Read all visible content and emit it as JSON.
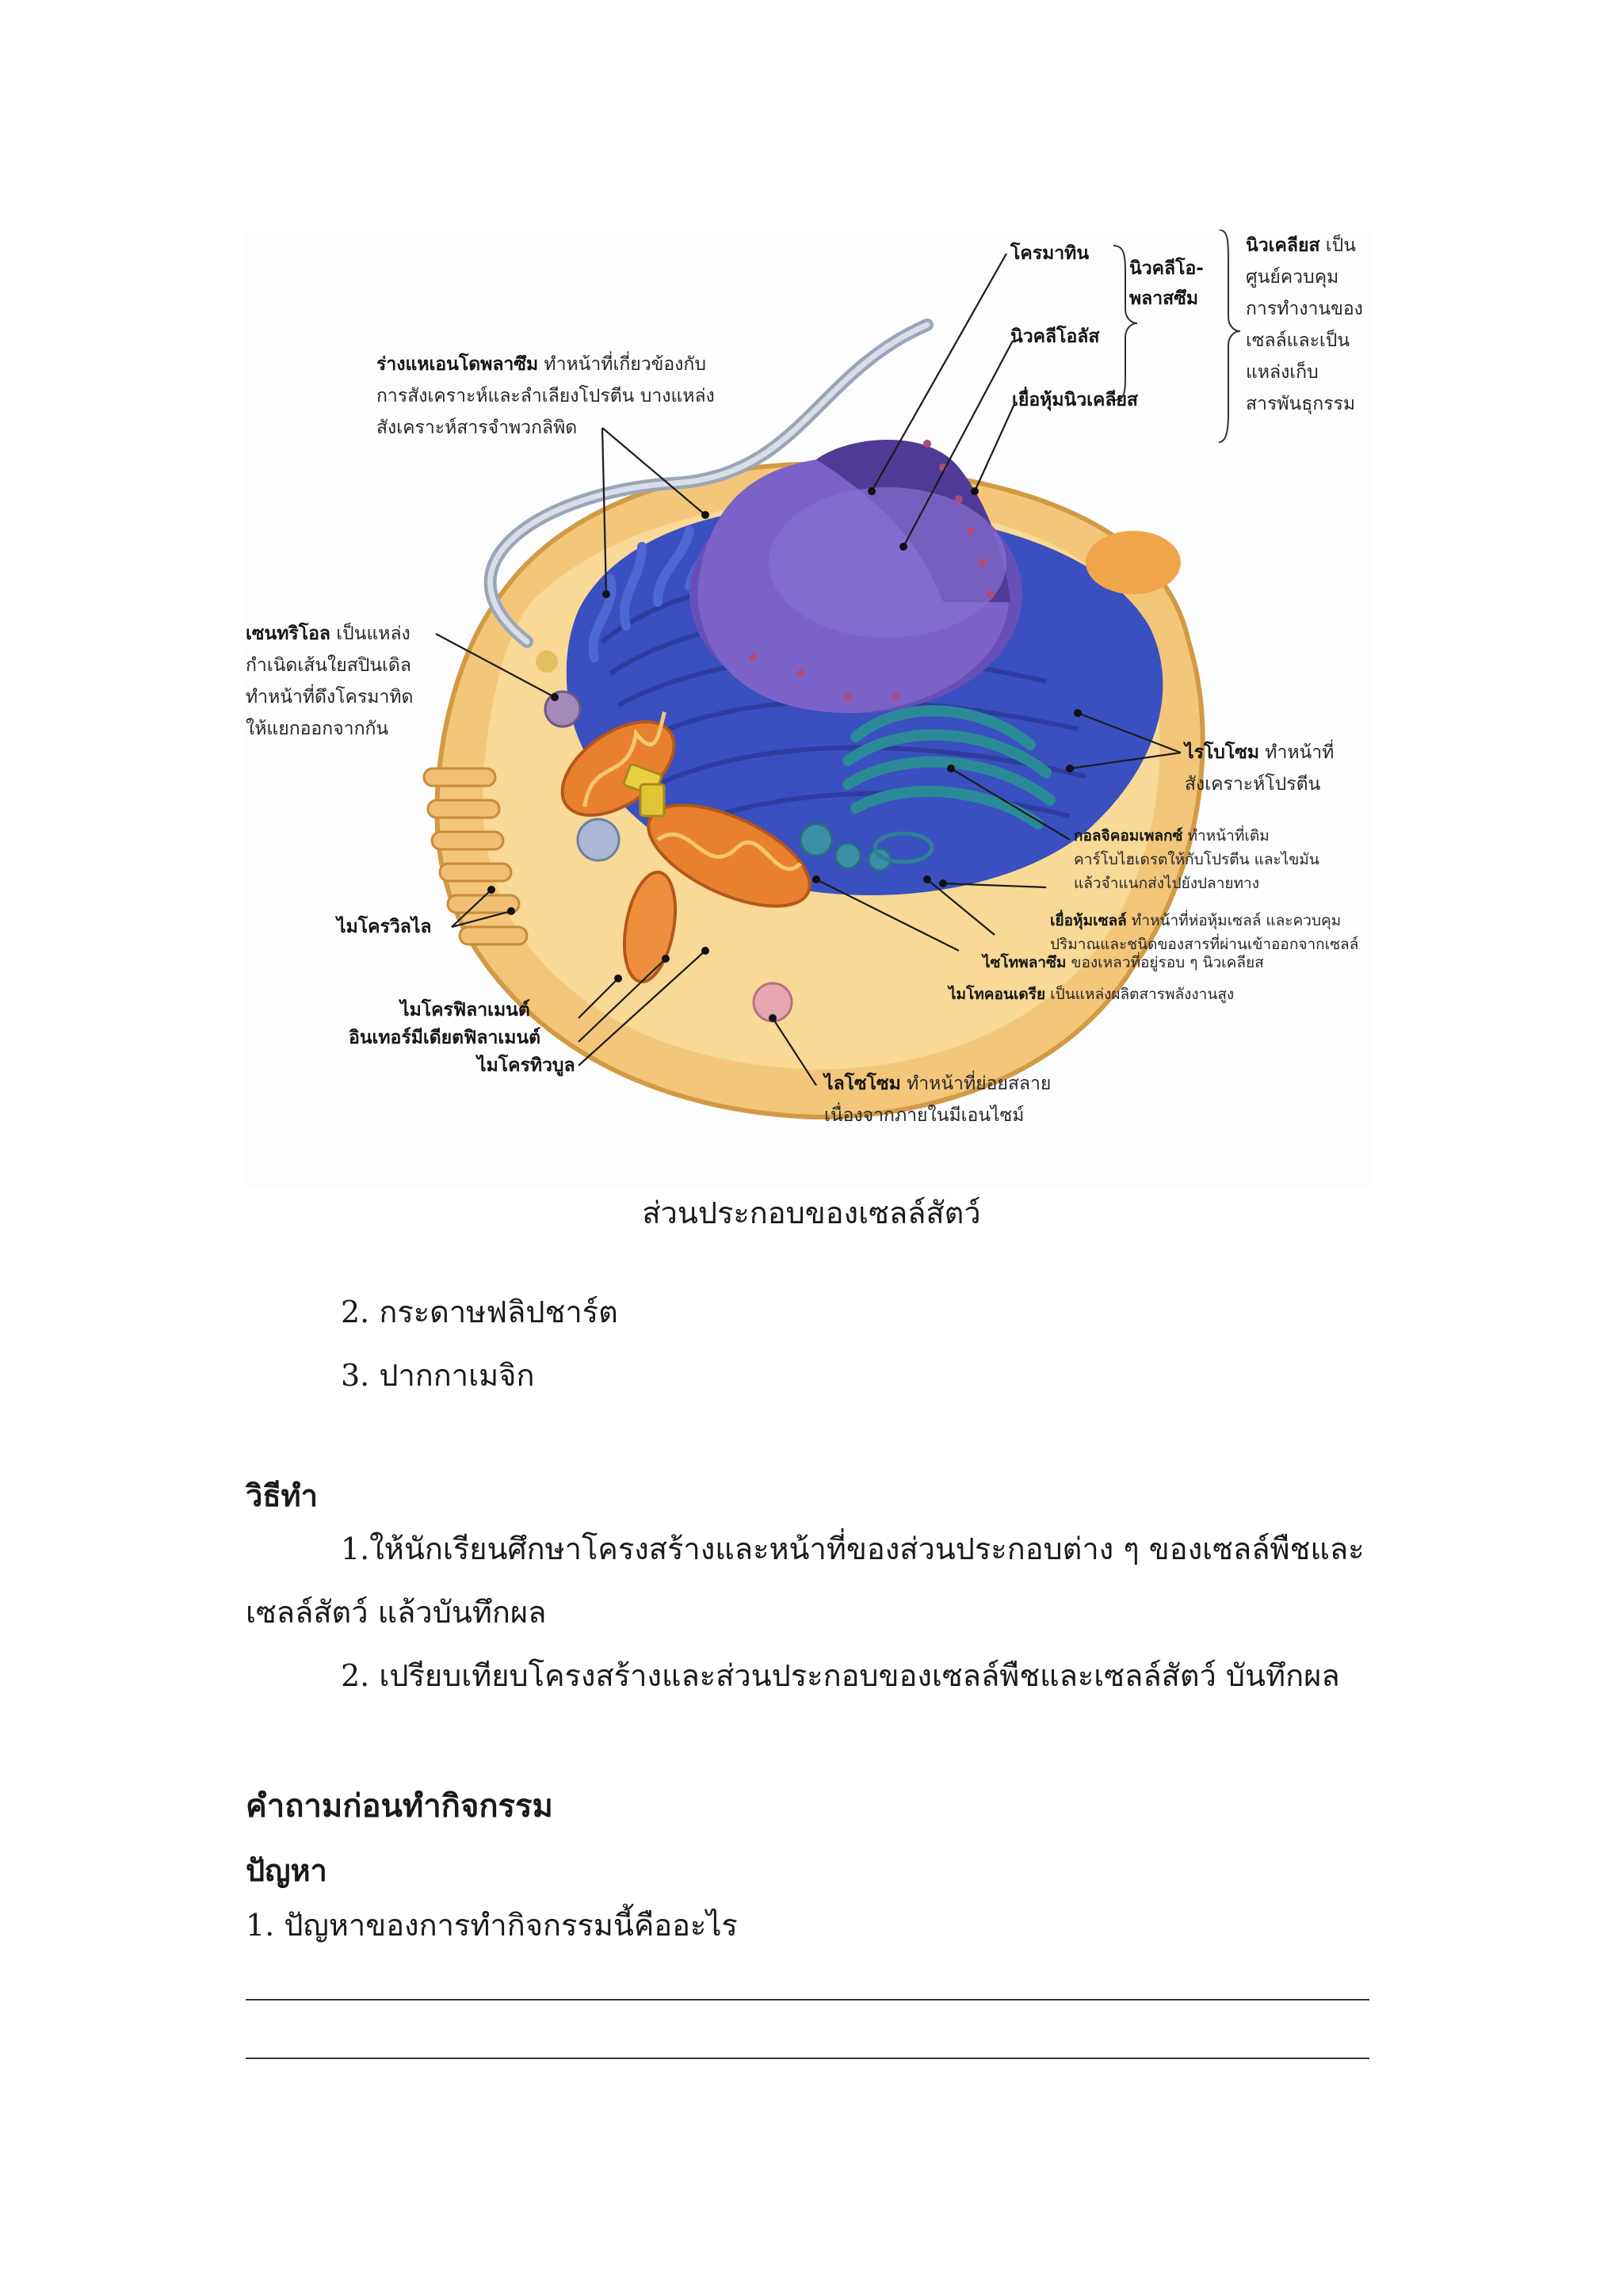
{
  "figure": {
    "labels": {
      "chromatin": "โครมาทิน",
      "nucleoplasm": "นิวคลีโอ-\nพลาสซึม",
      "nucleus_name": "นิวเคลียส",
      "nucleus_desc": " เป็น\nศูนย์ควบคุม\nการทำงานของ\nเซลล์และเป็น\nแหล่งเก็บ\nสารพันธุกรรม",
      "nucleolus": "นิวคลีโอลัส",
      "nuclear_envelope": "เยื่อหุ้มนิวเคลียส",
      "er_name": "ร่างแหเอนโดพลาซึม",
      "er_desc": "  ทำหน้าที่เกี่ยวข้องกับ\nการสังเคราะห์และลำเลียงโปรตีน  บางแหล่ง\nสังเคราะห์สารจำพวกลิพิด",
      "centriole_name": "เซนทริโอล",
      "centriole_desc": "  เป็นแหล่ง\nกำเนิดเส้นใยสปินเดิล\nทำหน้าที่ดึงโครมาทิด\nให้แยกออกจากกัน",
      "ribosome_name": "ไรโบโซม",
      "ribosome_desc": "  ทำหน้าที่\nสังเคราะห์โปรตีน",
      "golgi_name": "กอลจิคอมเพลกซ์",
      "golgi_desc": "  ทำหน้าที่เติม\nคาร์โบไฮเดรตให้กับโปรตีน และไขมัน\nแล้วจำแนกส่งไปยังปลายทาง",
      "membrane_name": "เยื่อหุ้มเซลล์",
      "membrane_desc": "  ทำหน้าที่ห่อหุ้มเซลล์  และควบคุม\nปริมาณและชนิดของสารที่ผ่านเข้าออกจากเซลล์",
      "cytoplasm_name": "ไซโทพลาซึม",
      "cytoplasm_desc": "  ของเหลวที่อยู่รอบ ๆ นิวเคลียส",
      "mito_name": "ไมโทคอนเดรีย",
      "mito_desc": "  เป็นแหล่งผลิตสารพลังงานสูง",
      "microvilli": "ไมโครวิลไล",
      "microfilament": "ไมโครฟิลาเมนต์",
      "intermediate": "อินเทอร์มีเดียตฟิลาเมนต์",
      "microtubule": "ไมโครทิวบูล",
      "lysosome_name": "ไลโซโซม",
      "lysosome_desc": "  ทำหน้าที่ย่อยสลาย\nเนื่องจากภายในมีเอนไซม์"
    }
  },
  "caption": "ส่วนประกอบของเซลล์สัตว์",
  "materials": [
    "2.  กระดาษฟลิปชาร์ต",
    "3.  ปากกาเมจิก"
  ],
  "procedure": {
    "heading": "วิธีทำ",
    "step1_line1": "1.ให้นักเรียนศึกษาโครงสร้างและหน้าที่ของส่วนประกอบต่าง ๆ ของเซลล์พืชและ",
    "step1_line2": "เซลล์สัตว์ แล้วบันทึกผล",
    "step2": "2. เปรียบเทียบโครงสร้างและส่วนประกอบของเซลล์พืชและเซลล์สัตว์ บันทึกผล"
  },
  "pre_activity": {
    "heading": "คำถามก่อนทำกิจกรรม",
    "sub_heading": "ปัญหา",
    "question1": "1.  ปัญหาของการทำกิจกรรมนี้คืออะไร"
  }
}
